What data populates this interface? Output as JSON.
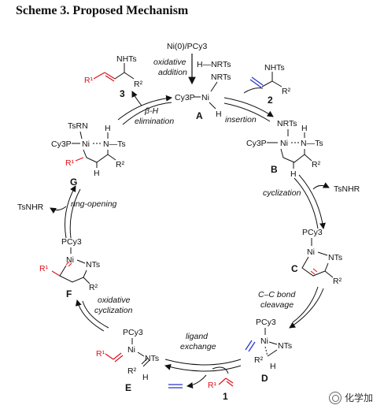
{
  "title": "Scheme 3. Proposed Mechanism",
  "reagents": {
    "catalyst": "Ni(0)/PCy3",
    "amine": "H—NRTs"
  },
  "steps": {
    "oxidative_addition": [
      "oxidative",
      "addition"
    ],
    "insertion": "insertion",
    "beta_h_elimination": [
      "β-H",
      "elimination"
    ],
    "cyclization": "cyclization",
    "ring_opening": "ring-opening",
    "cc_cleavage": [
      "C–C bond",
      "cleavage"
    ],
    "oxidative_cyclization": [
      "oxidative",
      "cyclization"
    ],
    "ligand_exchange": [
      "ligand",
      "exchange"
    ]
  },
  "byproducts": {
    "left": "TsNHR",
    "right": "TsNHR"
  },
  "intermediates": {
    "A": {
      "label": "A",
      "ligand": "Cy3P",
      "metal": "Ni",
      "group": "NRTs",
      "h": "H"
    },
    "B": {
      "label": "B",
      "ligand": "Cy3P",
      "metal": "Ni",
      "top": "NRTs",
      "nts": "N—Ts",
      "h": "H",
      "r2": "R²"
    },
    "C": {
      "label": "C",
      "ligand": "PCy3",
      "metal": "Ni",
      "nts": "NTs",
      "r2": "R²"
    },
    "D": {
      "label": "D",
      "ligand": "PCy3",
      "metal": "Ni",
      "nts": "NTs",
      "h": "H",
      "r2": "R²"
    },
    "E": {
      "label": "E",
      "ligand": "PCy3",
      "metal": "Ni",
      "nts": "NTs",
      "h": "H",
      "r1": "R¹",
      "r2": "R²"
    },
    "F": {
      "label": "F",
      "ligand": "PCy3",
      "metal": "Ni",
      "nts": "NTs",
      "r1": "R¹",
      "r2": "R²"
    },
    "G": {
      "label": "G",
      "ligand": "Cy3P",
      "metal": "Ni",
      "top": "TsRN",
      "nts": "N—Ts",
      "h": "H",
      "r1": "R¹",
      "r2": "R²"
    }
  },
  "compounds": {
    "c1": {
      "label": "1",
      "r1": "R¹"
    },
    "c2": {
      "label": "2",
      "nhts": "NHTs",
      "r2": "R²"
    },
    "c3": {
      "label": "3",
      "nhts": "NHTs",
      "r1": "R¹",
      "r2": "R²"
    }
  },
  "watermark": "化学加",
  "colors": {
    "red": "#e0101a",
    "blue": "#2a35c8",
    "ink": "#111111"
  }
}
